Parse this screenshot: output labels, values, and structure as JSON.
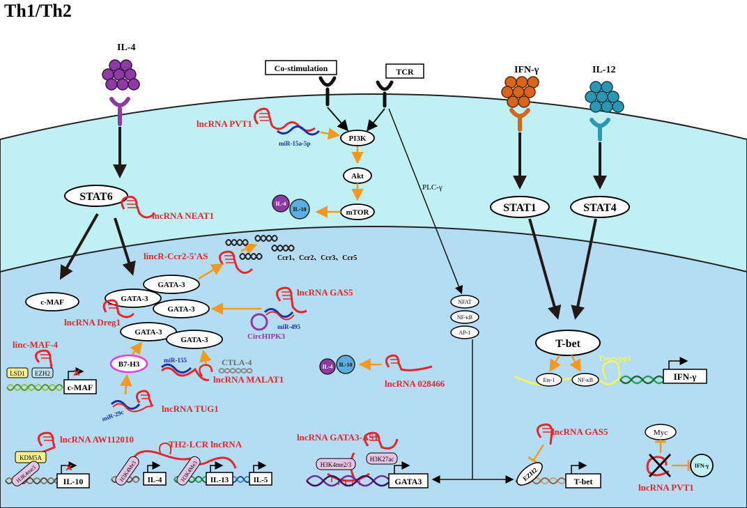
{
  "title": "Th1/Th2",
  "receptors": {
    "il4": "IL-4",
    "ifng": "IFN-γ",
    "il12": "IL-12",
    "costim": "Co-stimulation",
    "tcr": "TCR"
  },
  "nodes": {
    "stat6": "STAT6",
    "stat1": "STAT1",
    "stat4": "STAT4",
    "tbet": "T-bet",
    "pi3k": "PI3K",
    "akt": "Akt",
    "mtor": "mTOR",
    "cmaf": "c-MAF",
    "gata3": "GATA-3",
    "b7h3": "B7-H3",
    "ctla4": "CTLA-4",
    "nfat": "NFAT",
    "nfkb": "NF-κB",
    "ap1": "AP-1",
    "ets1": "Ets-1",
    "myc": "Myc",
    "ezh2": "EZH2",
    "lsd1": "LSD1",
    "kdm5a": "KDM5A",
    "il4b": "IL-4",
    "il10b": "IL-10",
    "plcg": "PLC-γ",
    "ccr": "Ccr1、Ccr2、Ccr3、Ccr5"
  },
  "lncrnas": {
    "pvt1": "lncRNA PVT1",
    "neat1": "lncRNA NEAT1",
    "lincr": "lincR-Ccr2-5'AS",
    "gas5": "lncRNA GAS5",
    "dreg1": "lncRNA Dreg1",
    "malat1": "lncRNA MALAT1",
    "tug1": "lncRNA TUG1",
    "lnc028466": "lncRNA 028466",
    "lincmaf4": "linc-MAF-4",
    "aw112010": "lncRNA AW112010",
    "th2lcr": "TH2-LCR lncRNA",
    "gata3as1": "lncRNA GATA3-AS1",
    "gas5b": "lncRNA GAS5",
    "pvt1b": "lncRNA PVT1",
    "tmevpg1": "Tmevpg1",
    "circhipk3": "CircHIPK3"
  },
  "mirnas": {
    "mir15a": "miR-15a-5p",
    "mir495": "miR-495",
    "mir155": "miR-155",
    "mir29c": "miR-29c"
  },
  "genes": {
    "cmaf": "c-MAF",
    "il10": "IL-10",
    "il4": "IL-4",
    "il13": "IL-13",
    "il5": "IL-5",
    "gata3": "GATA3",
    "tbet": "T-bet",
    "ifng": "IFN-γ"
  },
  "marks": {
    "h3k4me3": "H3K4me3",
    "h3k4me3b": "H3K4Me3",
    "h3k4me3c": "H3K4Me3",
    "h3k4me23": "H3K4me2/3",
    "h3k27ac": "H3K27ac"
  },
  "colors": {
    "cytoplasm": "#bff0f3",
    "nucleus": "#b4dcf2",
    "lncrna": "#e8262a",
    "arrow_orange": "#f39a1e",
    "il4_ligand": "#8e3aa5",
    "ifng_ligand": "#d8661a",
    "il12_ligand": "#2a98b3",
    "mirna": "#1c2fa8",
    "il10_blue": "#5aaee0"
  }
}
